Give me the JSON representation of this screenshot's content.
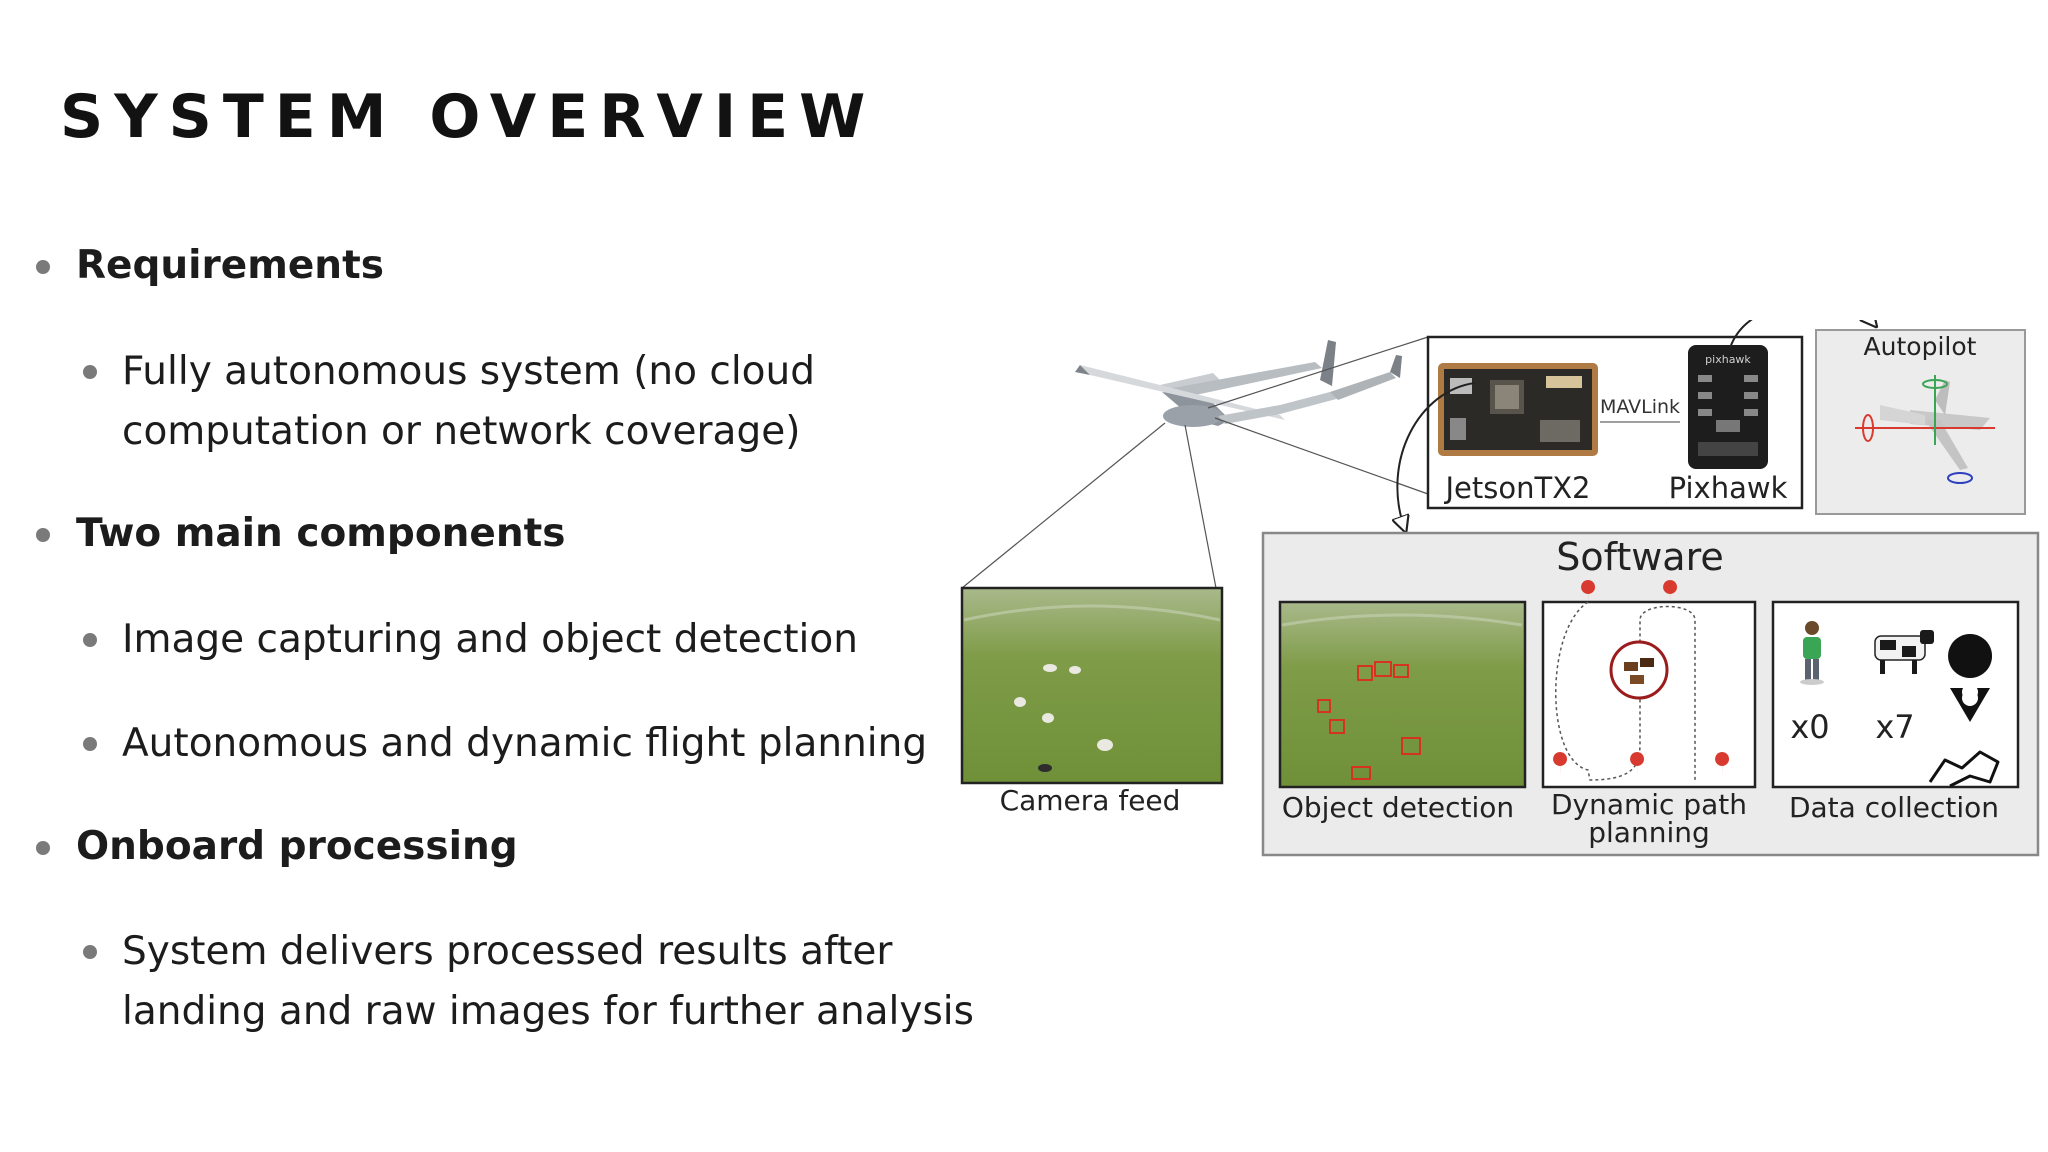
{
  "title": "SYSTEM OVERVIEW",
  "bullets": {
    "requirements": "Requirements",
    "req_detail_line1": "Fully autonomous system (no cloud",
    "req_detail_line2": "computation or network coverage)",
    "components": "Two main components",
    "comp_1": "Image capturing and object detection",
    "comp_2": "Autonomous and dynamic flight planning",
    "onboard": "Onboard processing",
    "onboard_line1": "System delivers processed results after",
    "onboard_line2": "landing and raw images for further analysis"
  },
  "figure": {
    "jetson_label": "JetsonTX2",
    "pixhawk_label": "Pixhawk",
    "mavlink_label": "MAVLink",
    "autopilot_label": "Autopilot",
    "software_label": "Software",
    "camera_label": "Camera feed",
    "object_detection_label": "Object detection",
    "dynamic_path_label_1": "Dynamic path",
    "dynamic_path_label_2": "planning",
    "data_collection_label": "Data collection",
    "count_person": "x0",
    "count_cow": "x7",
    "pixhawk_board_text": "pixhawk"
  },
  "colors": {
    "grass": "#7c9a4a",
    "marker_red": "#d93a2f",
    "software_bg": "#ebebeb",
    "autopilot_bg": "#ececec"
  }
}
